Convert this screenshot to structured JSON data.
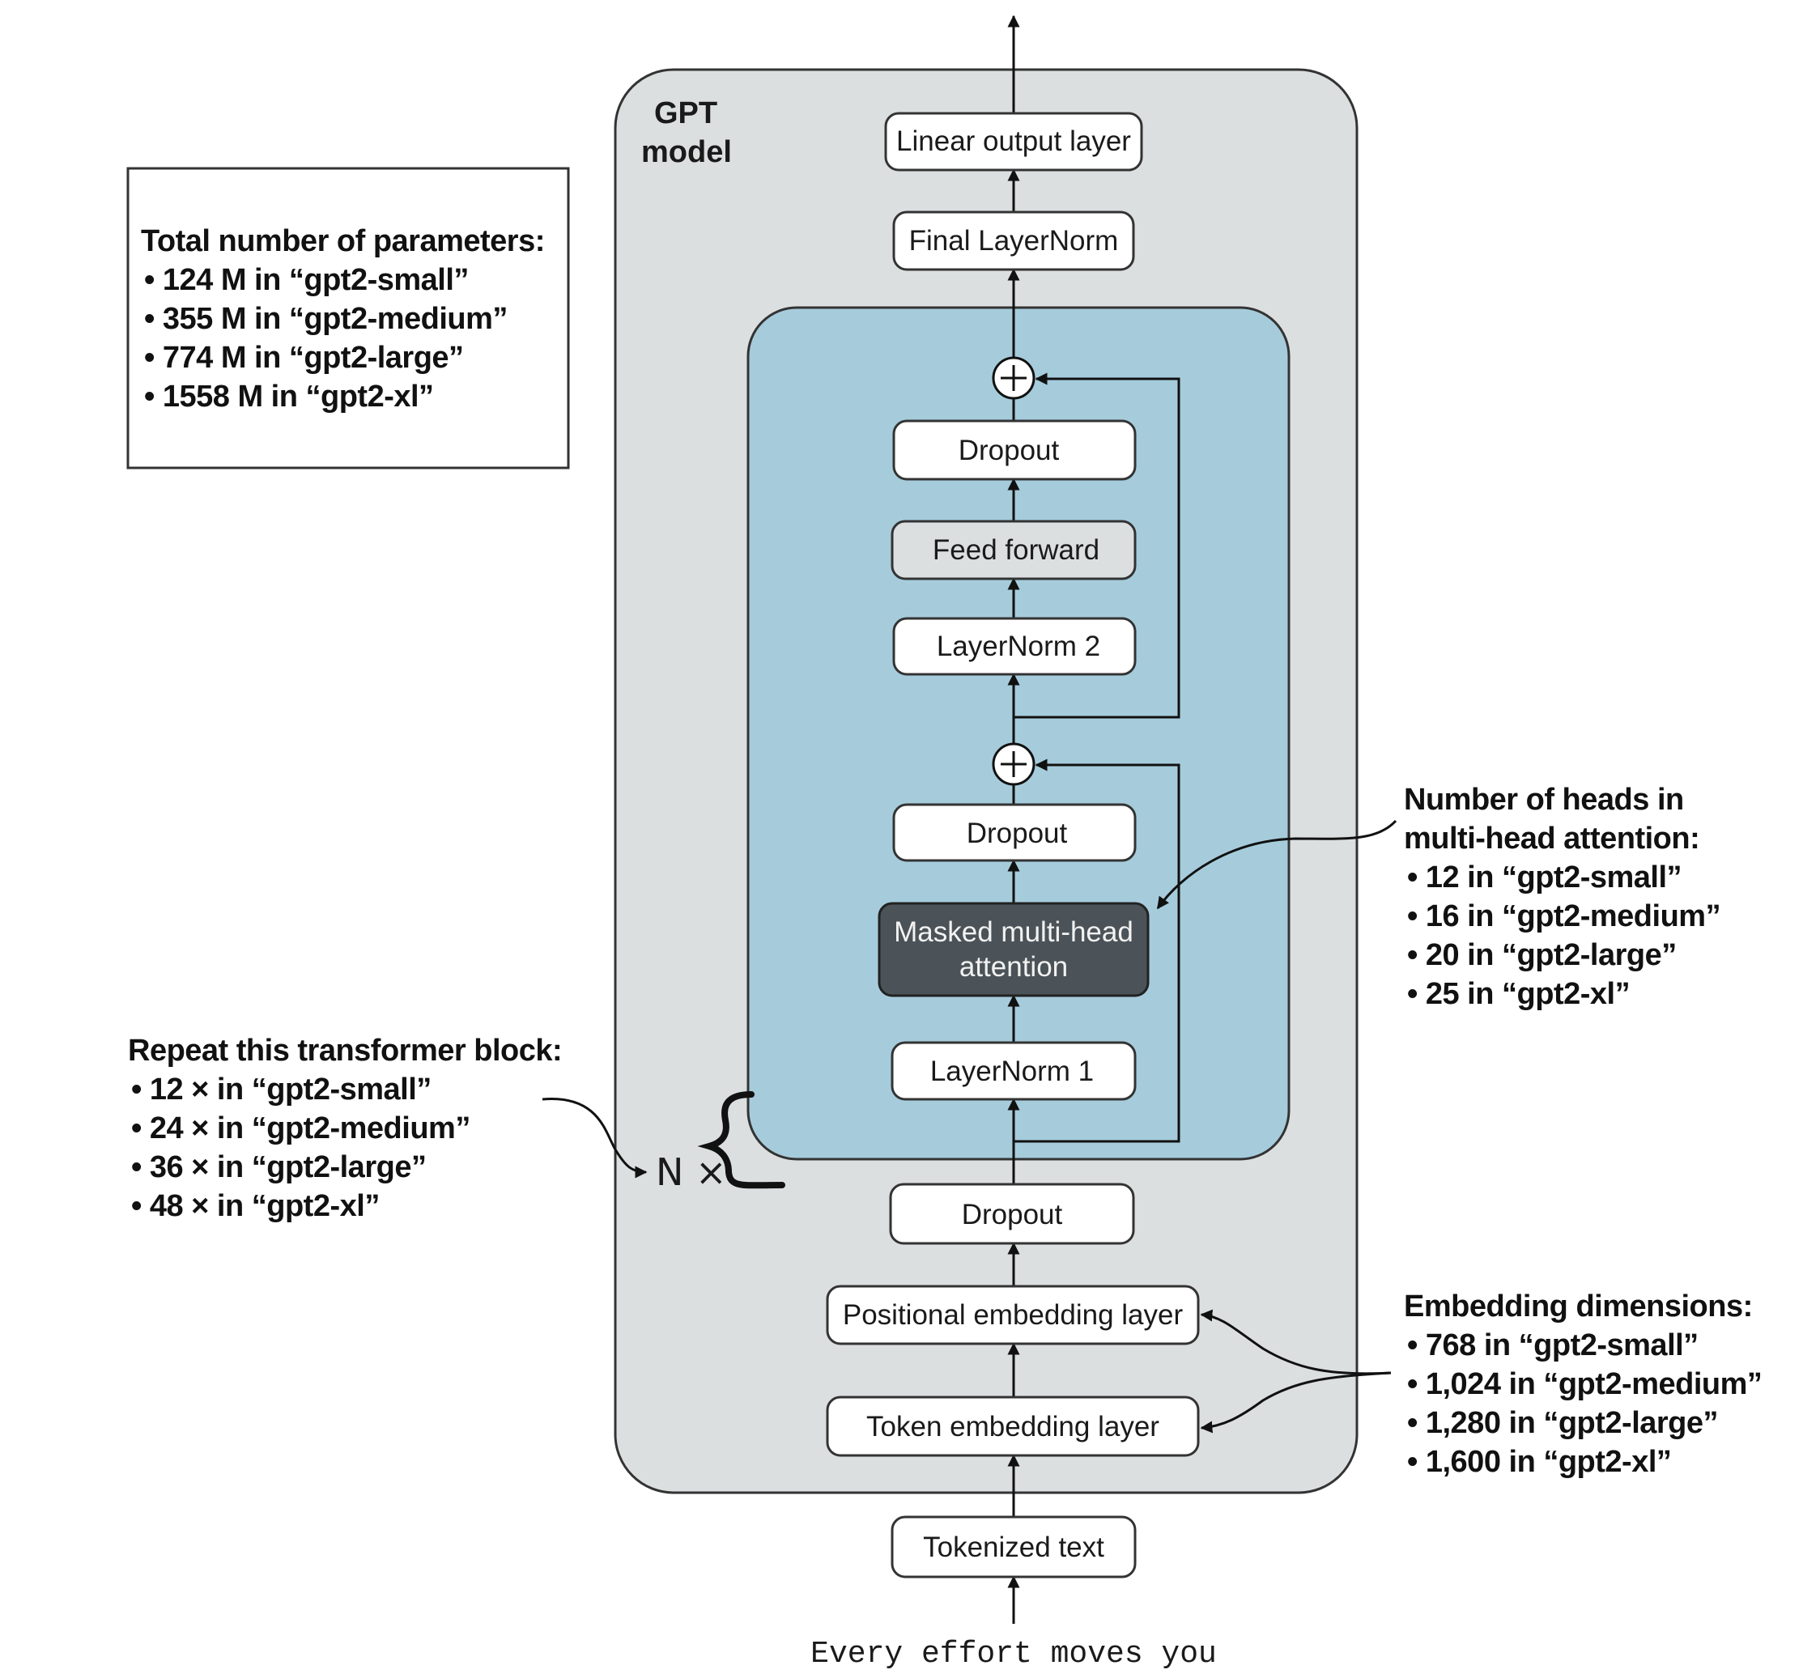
{
  "model": {
    "title_line1": "GPT",
    "title_line2": "model"
  },
  "layers": {
    "linear_output": "Linear output layer",
    "final_layernorm": "Final LayerNorm",
    "dropout_top": "Dropout",
    "feed_forward": "Feed forward",
    "layernorm2": "LayerNorm 2",
    "dropout_mid": "Dropout",
    "mha_line1": "Masked multi-head",
    "mha_line2": "attention",
    "layernorm1": "LayerNorm 1",
    "dropout_bottom": "Dropout",
    "positional_embedding": "Positional embedding layer",
    "token_embedding": "Token embedding layer",
    "tokenized_text": "Tokenized text"
  },
  "input_text": "Every effort moves you",
  "repeat_marker": "N ×",
  "notes": {
    "parameters": {
      "title": "Total number of parameters:",
      "items": [
        "• 124 M in “gpt2-small”",
        "• 355 M in “gpt2-medium”",
        "• 774 M in “gpt2-large”",
        "• 1558 M in “gpt2-xl”"
      ]
    },
    "heads": {
      "title_line1": "Number of heads in",
      "title_line2": "multi-head attention:",
      "items": [
        "• 12 in “gpt2-small”",
        "• 16 in “gpt2-medium”",
        "• 20 in “gpt2-large”",
        "• 25 in “gpt2-xl”"
      ]
    },
    "repeat": {
      "title": "Repeat this transformer block:",
      "items": [
        "• 12 × in “gpt2-small”",
        "• 24 × in “gpt2-medium”",
        "• 36 × in “gpt2-large”",
        "• 48 × in “gpt2-xl”"
      ]
    },
    "embedding": {
      "title": "Embedding dimensions:",
      "items": [
        "• 768 in “gpt2-small”",
        "• 1,024 in “gpt2-medium”",
        "• 1,280 in “gpt2-large”",
        "• 1,600 in “gpt2-xl”"
      ]
    }
  },
  "colors": {
    "model_bg": "#dcdfe0",
    "block_bg": "#a6ccdc",
    "attention_bg": "#4b5358"
  }
}
